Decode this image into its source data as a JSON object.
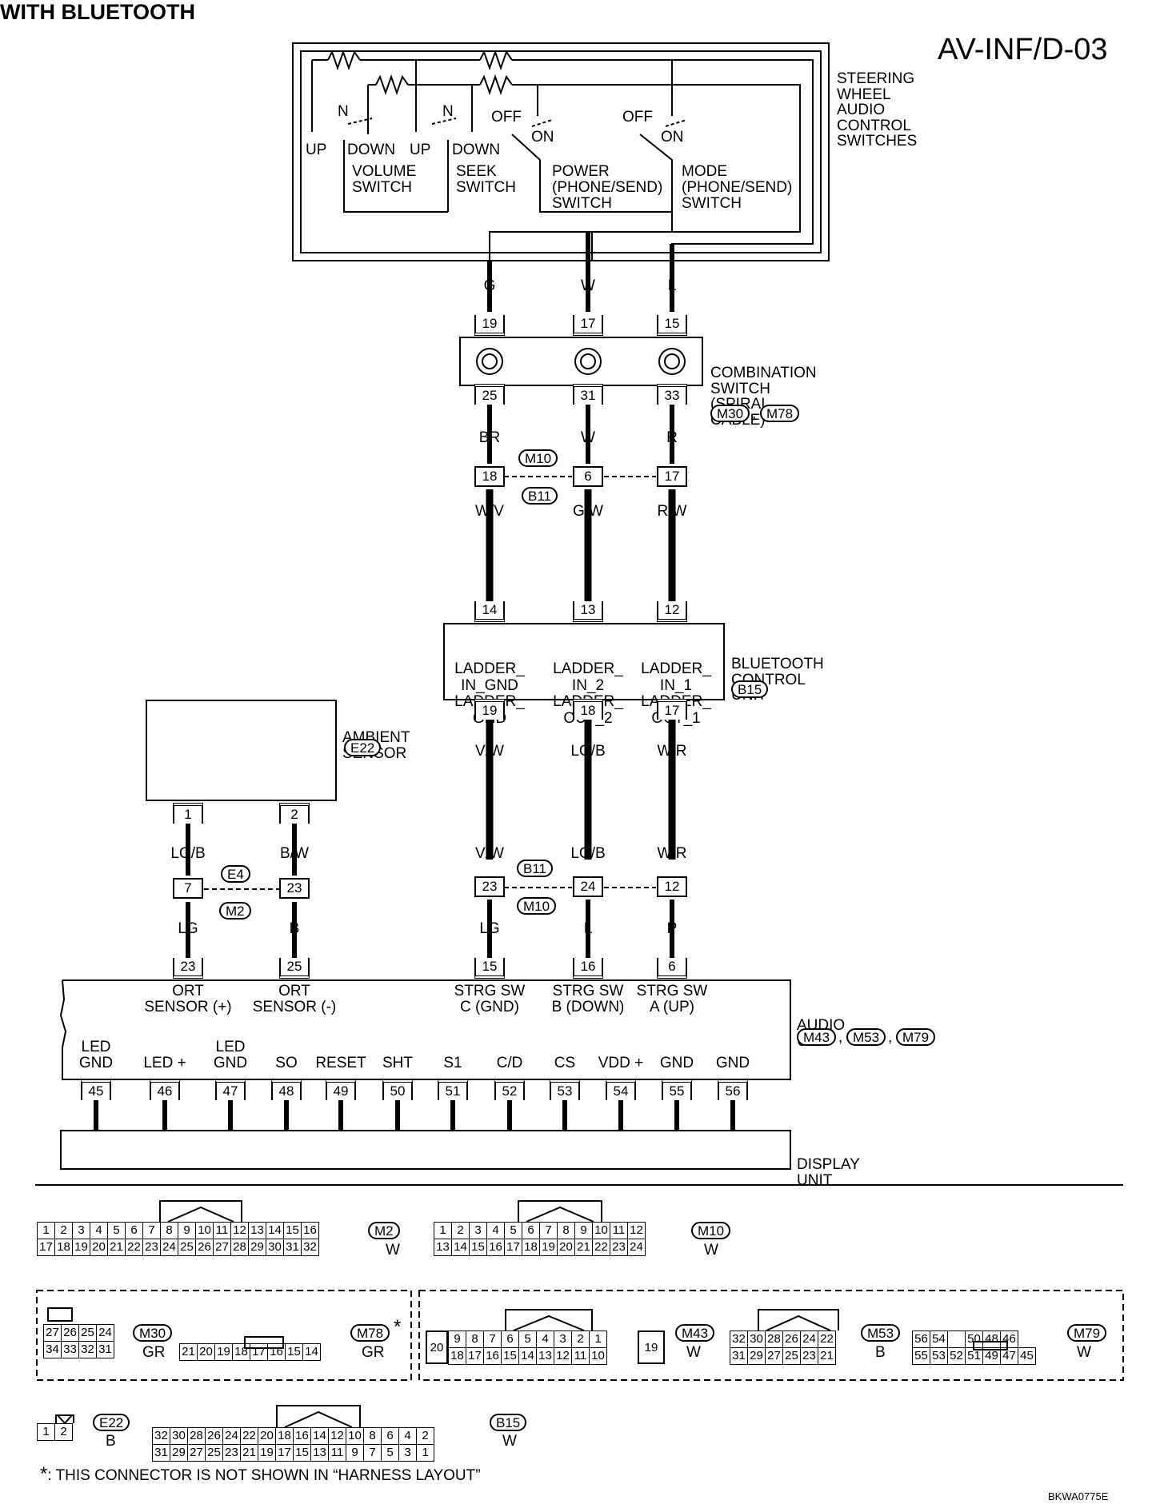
{
  "header": {
    "title": "WITH BLUETOOTH",
    "code": "AV-INF/D-03",
    "figure_id": "BKWA0775E"
  },
  "steering": {
    "label_lines": [
      "STEERING",
      "WHEEL",
      "AUDIO",
      "CONTROL",
      "SWITCHES"
    ],
    "volume": {
      "n": "N",
      "up": "UP",
      "down": "DOWN",
      "name": [
        "VOLUME",
        "SWITCH"
      ]
    },
    "seek": {
      "n": "N",
      "up": "UP",
      "down": "DOWN",
      "name": [
        "SEEK",
        "SWITCH"
      ]
    },
    "power": {
      "off": "OFF",
      "on": "ON",
      "name": [
        "POWER",
        "(PHONE/SEND)",
        "SWITCH"
      ]
    },
    "mode": {
      "off": "OFF",
      "on": "ON",
      "name": [
        "MODE",
        "(PHONE/SEND)",
        "SWITCH"
      ]
    }
  },
  "wires": {
    "top": [
      "G",
      "W",
      "L"
    ],
    "spiral_out": [
      "BR",
      "W",
      "R"
    ],
    "after_m10": [
      "W/V",
      "G/W",
      "R/W"
    ],
    "bcu_out": [
      "V/W",
      "LG/B",
      "W/R"
    ],
    "before_b11": [
      "V/W",
      "LG/B",
      "W/R"
    ],
    "after_b11": [
      "LG",
      "L",
      "P"
    ],
    "ambient_out": [
      "LG/B",
      "B/W"
    ],
    "ambient_in": [
      "LG",
      "B"
    ]
  },
  "combination_switch": {
    "label_lines": [
      "COMBINATION",
      "SWITCH",
      "(SPIRAL",
      "CABLE)"
    ],
    "top_pins": [
      "19",
      "17",
      "15"
    ],
    "bottom_pins": [
      "25",
      "31",
      "33"
    ],
    "connectors": [
      "M30",
      "M78"
    ]
  },
  "junction1": {
    "pins": [
      "18",
      "6",
      "17"
    ],
    "upper": "M10",
    "lower": "B11"
  },
  "bluetooth_unit": {
    "label_lines": [
      "BLUETOOTH",
      "CONTROL",
      "UNIT"
    ],
    "connector": "B15",
    "top_pins": [
      "14",
      "13",
      "12"
    ],
    "bottom_pins": [
      "19",
      "18",
      "17"
    ],
    "terms": [
      [
        "LADDER_",
        "IN_GND",
        "LADDER_",
        "GND"
      ],
      [
        "LADDER_",
        "IN_2",
        "LADDER_",
        "OUT_2"
      ],
      [
        "LADDER_",
        "IN_1",
        "LADDER_",
        "OUT_1"
      ]
    ]
  },
  "ambient_sensor": {
    "label_lines": [
      "AMBIENT",
      "SENSOR"
    ],
    "connector": "E22",
    "pins": [
      "1",
      "2"
    ]
  },
  "junction2": {
    "pins": [
      "7",
      "23"
    ],
    "upper": "E4",
    "lower": "M2"
  },
  "junction3": {
    "pins": [
      "23",
      "24",
      "12"
    ],
    "upper": "B11",
    "lower": "M10"
  },
  "audio_unit": {
    "label_lines": [
      "AUDIO",
      "UNIT"
    ],
    "connectors": [
      "M43",
      "M53",
      "M79"
    ],
    "top_pins": [
      "23",
      "25",
      "15",
      "16",
      "6"
    ],
    "top_terms": [
      [
        "ORT",
        "SENSOR (+)"
      ],
      [
        "ORT",
        "SENSOR (-)"
      ],
      [
        "STRG SW",
        "C (GND)"
      ],
      [
        "STRG SW",
        "B (DOWN)"
      ],
      [
        "STRG SW",
        "A (UP)"
      ]
    ],
    "bottom_terms": [
      [
        "LED",
        "GND"
      ],
      [
        "",
        "LED +"
      ],
      [
        "LED",
        "GND"
      ],
      [
        "",
        "SO"
      ],
      [
        "",
        "RESET"
      ],
      [
        "",
        "SHT"
      ],
      [
        "",
        "S1"
      ],
      [
        "",
        "C/D"
      ],
      [
        "",
        "CS"
      ],
      [
        "",
        "VDD +"
      ],
      [
        "",
        "GND"
      ],
      [
        "",
        "GND"
      ]
    ],
    "bottom_pins": [
      "45",
      "46",
      "47",
      "48",
      "49",
      "50",
      "51",
      "52",
      "53",
      "54",
      "55",
      "56"
    ]
  },
  "display_unit": {
    "label_lines": [
      "DISPLAY",
      "UNIT"
    ]
  },
  "connector_views": {
    "m2": {
      "id": "M2",
      "color": "W",
      "row1": [
        "1",
        "2",
        "3",
        "4",
        "5",
        "6",
        "7",
        "8",
        "9",
        "10",
        "11",
        "12",
        "13",
        "14",
        "15",
        "16"
      ],
      "row2": [
        "17",
        "18",
        "19",
        "20",
        "21",
        "22",
        "23",
        "24",
        "25",
        "26",
        "27",
        "28",
        "29",
        "30",
        "31",
        "32"
      ]
    },
    "m10": {
      "id": "M10",
      "color": "W",
      "row1": [
        "1",
        "2",
        "3",
        "4",
        "5",
        "6",
        "7",
        "8",
        "9",
        "10",
        "11",
        "12"
      ],
      "row2": [
        "13",
        "14",
        "15",
        "16",
        "17",
        "18",
        "19",
        "20",
        "21",
        "22",
        "23",
        "24"
      ]
    },
    "m30": {
      "id": "M30",
      "color": "GR",
      "row1": [
        "27",
        "26",
        "25",
        "24"
      ],
      "row2": [
        "34",
        "33",
        "32",
        "31"
      ]
    },
    "m78": {
      "id": "M78",
      "star": "*",
      "color": "GR",
      "row2": [
        "21",
        "20",
        "19",
        "18",
        "17",
        "16",
        "15",
        "14"
      ]
    },
    "m43": {
      "id": "M43",
      "color": "W",
      "row1": [
        "9",
        "8",
        "7",
        "6",
        "5",
        "4",
        "3",
        "2",
        "1"
      ],
      "row2": [
        "18",
        "17",
        "16",
        "15",
        "14",
        "13",
        "12",
        "11",
        "10"
      ],
      "left": "20",
      "right": "19"
    },
    "m53": {
      "id": "M53",
      "color": "B",
      "row1": [
        "32",
        "30",
        "28",
        "26",
        "24",
        "22"
      ],
      "row2": [
        "31",
        "29",
        "27",
        "25",
        "23",
        "21"
      ]
    },
    "m79": {
      "id": "M79",
      "color": "W",
      "row1": [
        "56",
        "54",
        "",
        "50",
        "48",
        "46"
      ],
      "row2": [
        "55",
        "53",
        "52",
        "51",
        "49",
        "47",
        "45"
      ]
    },
    "e22": {
      "id": "E22",
      "color": "B",
      "pins": [
        "1",
        "2"
      ]
    },
    "b15": {
      "id": "B15",
      "color": "W",
      "row1": [
        "32",
        "30",
        "28",
        "26",
        "24",
        "22",
        "20",
        "18",
        "16",
        "14",
        "12",
        "10",
        "8",
        "6",
        "4",
        "2"
      ],
      "row2": [
        "31",
        "29",
        "27",
        "25",
        "23",
        "21",
        "19",
        "17",
        "15",
        "13",
        "11",
        "9",
        "7",
        "5",
        "3",
        "1"
      ]
    }
  },
  "footnote": {
    "star": "*",
    "text": ": THIS CONNECTOR IS NOT SHOWN IN “HARNESS LAYOUT”"
  }
}
